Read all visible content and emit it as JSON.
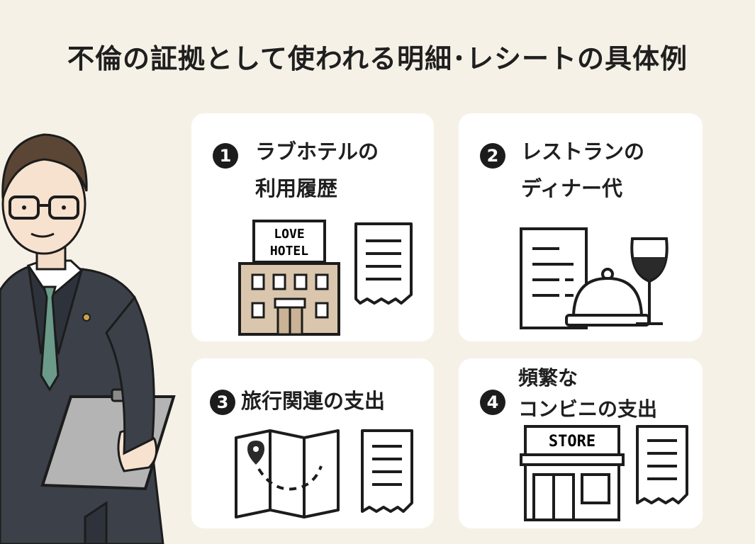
{
  "title": "不倫の証拠として使われる明細･レシートの具体例",
  "cards": [
    {
      "number": "1",
      "lines": [
        "ラブホテルの",
        "利用履歴"
      ],
      "sign": [
        "LOVE",
        "HOTEL"
      ]
    },
    {
      "number": "2",
      "lines": [
        "レストランの",
        "ディナー代"
      ]
    },
    {
      "number": "3",
      "lines": [
        "旅行関連の支出"
      ]
    },
    {
      "number": "4",
      "lines": [
        "頻繁な",
        "コンビニの支出"
      ],
      "sign": [
        "STORE"
      ]
    }
  ],
  "colors": {
    "background": "#f6f1e7",
    "card": "#ffffff",
    "badge": "#1c1c1c",
    "hotel": "#d9c6ad",
    "suit": "#3b4049",
    "tie": "#6b9a8a",
    "clipboard": "#b4b4b4"
  }
}
